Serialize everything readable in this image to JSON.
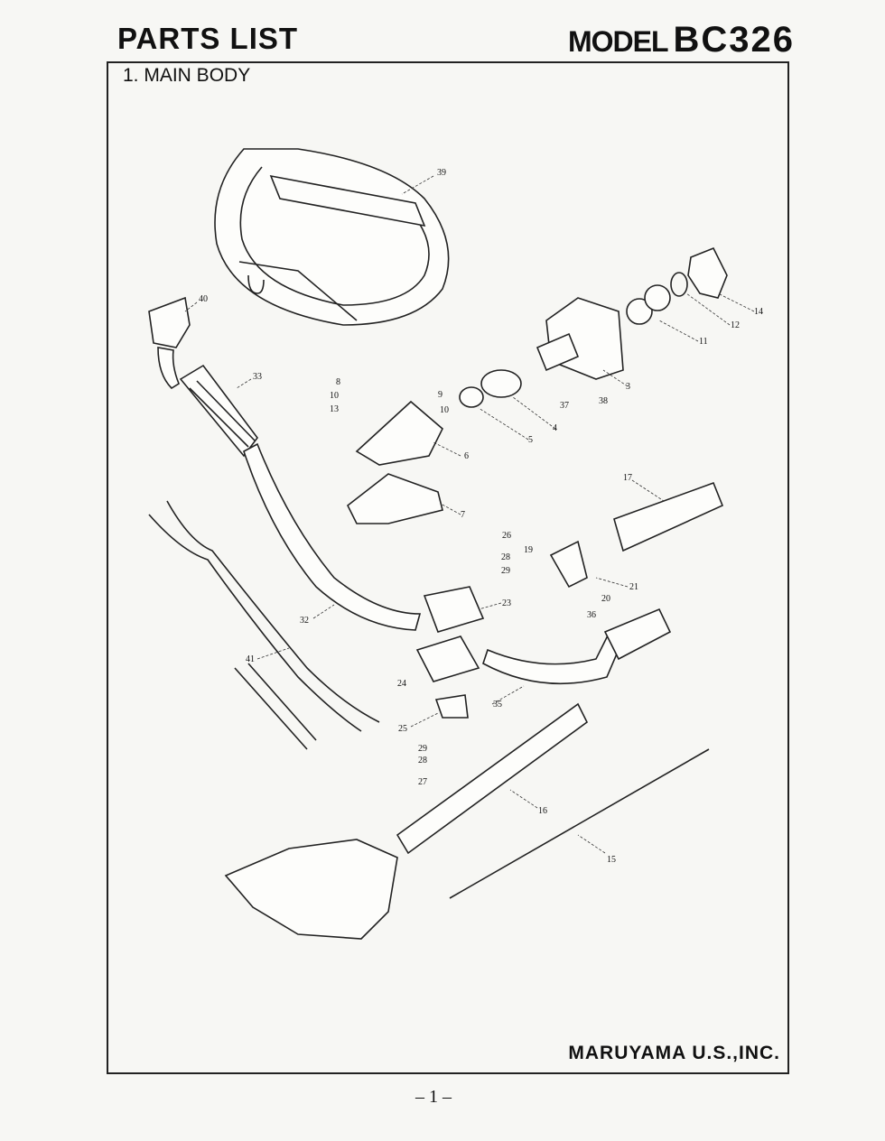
{
  "header": {
    "title": "PARTS LIST",
    "model_label": "MODEL",
    "model_number": "BC326"
  },
  "section_title": "1. MAIN BODY",
  "footer": {
    "company": "MARUYAMA U.S.,INC.",
    "page": "– 1 –"
  },
  "callouts": [
    "39",
    "40",
    "33",
    "8",
    "10",
    "13",
    "9",
    "10",
    "6",
    "7",
    "5",
    "4",
    "37",
    "38",
    "3",
    "11",
    "12",
    "14",
    "17",
    "19",
    "21",
    "20",
    "26",
    "28",
    "29",
    "23",
    "32",
    "41",
    "36",
    "24",
    "35",
    "25",
    "29",
    "28",
    "27",
    "16",
    "15"
  ]
}
